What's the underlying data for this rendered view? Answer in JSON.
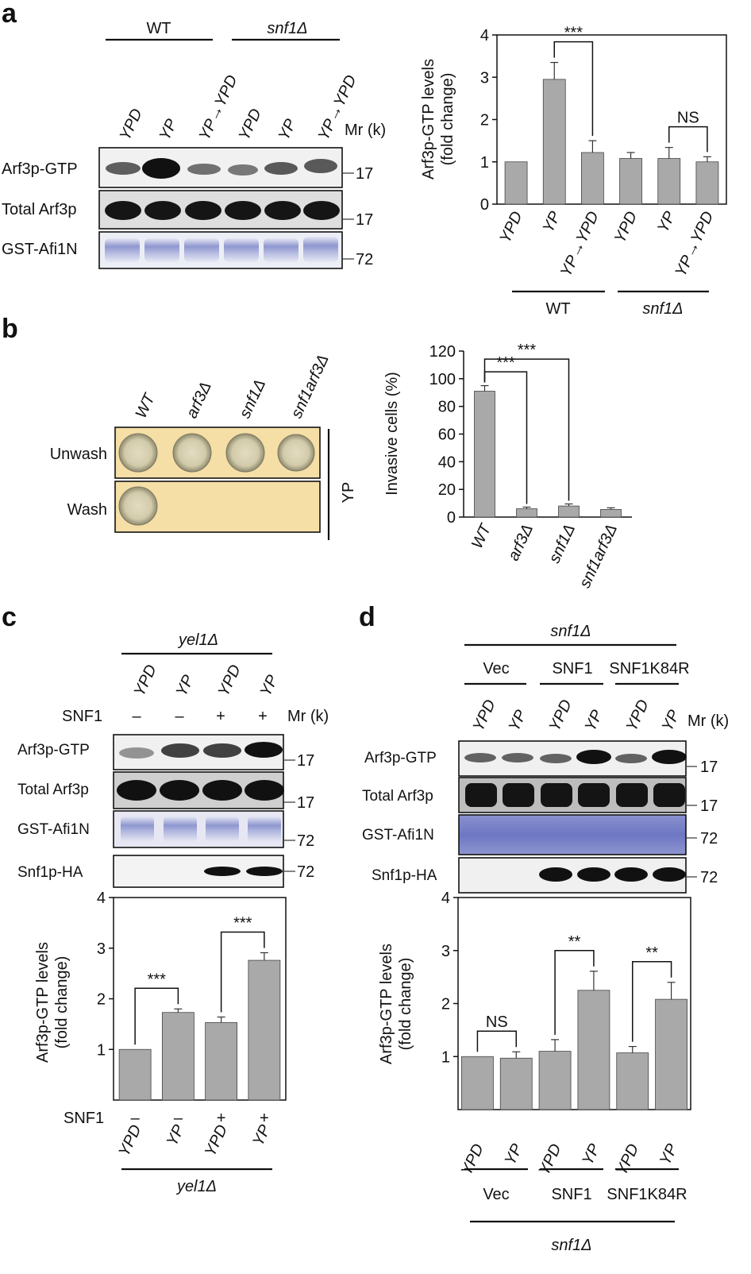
{
  "figure": {
    "panel_labels": [
      "a",
      "b",
      "c",
      "d"
    ],
    "mr_label": "Mr (k)",
    "legend": {
      "a": {
        "groups": [
          "WT",
          "snf1Δ"
        ],
        "lanes": [
          "YPD",
          "YP",
          "YP→YPD",
          "YPD",
          "YP",
          "YP→YPD"
        ],
        "rows": [
          "Arf3p-GTP",
          "Total Arf3p",
          "GST-Afi1N"
        ],
        "markers": [
          "17",
          "17",
          "72"
        ]
      },
      "b": {
        "lanes": [
          "WT",
          "arf3Δ",
          "snf1Δ",
          "snf1arf3Δ"
        ],
        "rows": [
          "Unwash",
          "Wash"
        ],
        "medium": "YP"
      },
      "c": {
        "group": "yel1Δ",
        "lanes": [
          "YPD",
          "YP",
          "YPD",
          "YP"
        ],
        "snf1_label": "SNF1",
        "snf1_row": [
          "–",
          "–",
          "+",
          "+"
        ],
        "rows": [
          "Arf3p-GTP",
          "Total Arf3p",
          "GST-Afi1N",
          "Snf1p-HA"
        ],
        "markers": [
          "17",
          "17",
          "72",
          "72"
        ]
      },
      "d": {
        "group": "snf1Δ",
        "subgroups": [
          "Vec",
          "SNF1",
          "SNF1K84R"
        ],
        "lanes": [
          "YPD",
          "YP",
          "YPD",
          "YP",
          "YPD",
          "YP"
        ],
        "rows": [
          "Arf3p-GTP",
          "Total Arf3p",
          "GST-Afi1N",
          "Snf1p-HA"
        ],
        "markers": [
          "17",
          "17",
          "72",
          "72"
        ]
      }
    }
  },
  "chart_data": [
    {
      "panel": "a",
      "type": "bar",
      "categories": [
        "YPD",
        "YP",
        "YP→YPD",
        "YPD",
        "YP",
        "YP→YPD"
      ],
      "values": [
        1.0,
        2.95,
        1.22,
        1.08,
        1.08,
        1.0
      ],
      "errors": [
        0,
        0.4,
        0.28,
        0.14,
        0.26,
        0.12
      ],
      "ylim": [
        0,
        4
      ],
      "yticks": [
        0,
        1,
        2,
        3,
        4
      ],
      "ylabel": "Arf3p-GTP levels",
      "ylabel2": "(fold change)",
      "groups": [
        "WT",
        "snf1Δ"
      ],
      "significance": [
        {
          "from": 1,
          "to": 2,
          "label": "***"
        },
        {
          "from": 4,
          "to": 5,
          "label": "NS"
        }
      ]
    },
    {
      "panel": "b",
      "type": "bar",
      "categories": [
        "WT",
        "arf3Δ",
        "snf1Δ",
        "snf1arf3Δ"
      ],
      "values": [
        91,
        6,
        8,
        5.5
      ],
      "errors": [
        4,
        1.2,
        1.5,
        1.2
      ],
      "ylim": [
        0,
        120
      ],
      "yticks": [
        0,
        20,
        40,
        60,
        80,
        100,
        120
      ],
      "ylabel": "Invasive cells (%)",
      "significance": [
        {
          "from": 0,
          "to": 1,
          "label": "***"
        },
        {
          "from": 0,
          "to": 2,
          "label": "***"
        }
      ]
    },
    {
      "panel": "c",
      "type": "bar",
      "categories": [
        "YPD",
        "YP",
        "YPD",
        "YP"
      ],
      "values": [
        1.0,
        1.73,
        1.53,
        2.76
      ],
      "errors": [
        0,
        0.07,
        0.11,
        0.15
      ],
      "ylim": [
        0,
        4
      ],
      "yticks": [
        1,
        2,
        3,
        4
      ],
      "ylabel": "Arf3p-GTP levels",
      "ylabel2": "(fold change)",
      "snf1_label": "SNF1",
      "snf1_row": [
        "–",
        "–",
        "+",
        "+"
      ],
      "group": "yel1Δ",
      "significance": [
        {
          "from": 0,
          "to": 1,
          "label": "***"
        },
        {
          "from": 2,
          "to": 3,
          "label": "***"
        }
      ]
    },
    {
      "panel": "d",
      "type": "bar",
      "categories": [
        "YPD",
        "YP",
        "YPD",
        "YP",
        "YPD",
        "YP"
      ],
      "values": [
        1.0,
        0.97,
        1.1,
        2.25,
        1.07,
        2.08
      ],
      "errors": [
        0,
        0.12,
        0.22,
        0.36,
        0.12,
        0.32
      ],
      "ylim": [
        0,
        4
      ],
      "yticks": [
        1,
        2,
        3,
        4
      ],
      "ylabel": "Arf3p-GTP levels",
      "ylabel2": "(fold change)",
      "subgroups": [
        "Vec",
        "SNF1",
        "SNF1K84R"
      ],
      "group": "snf1Δ",
      "significance": [
        {
          "from": 0,
          "to": 1,
          "label": "NS"
        },
        {
          "from": 2,
          "to": 3,
          "label": "**"
        },
        {
          "from": 4,
          "to": 5,
          "label": "**"
        }
      ]
    }
  ]
}
